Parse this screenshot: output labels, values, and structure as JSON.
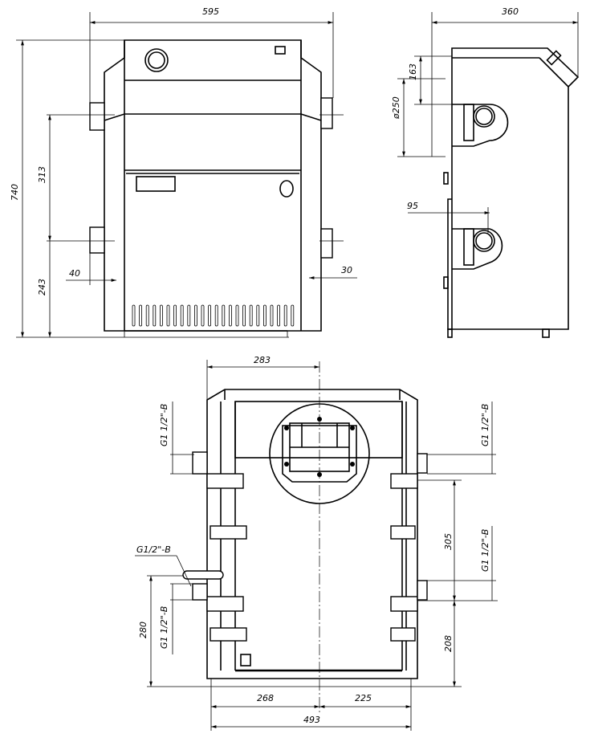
{
  "front_view": {
    "width_label": "595",
    "height_label": "740",
    "upper_pipe_label": "313",
    "lower_pipe_label": "243",
    "left_offset_label": "40",
    "right_offset_label": "30"
  },
  "side_view": {
    "depth_label": "360",
    "flue_top_label": "163",
    "flue_diameter_label": "ø250",
    "pipe_offset_label": "95"
  },
  "bottom_view": {
    "flue_center_label": "283",
    "left_part_label": "268",
    "right_part_label": "225",
    "total_width_label": "493",
    "left_height_label": "280",
    "right_lower_label": "208",
    "right_span_label": "305",
    "thread_left_top": "G1 1/2\"-B",
    "thread_left_bottom": "G1 1/2\"-B",
    "thread_right_top": "G1 1/2\"-B",
    "thread_right_bottom": "G1 1/2\"-B",
    "thread_small": "G1/2\"-B"
  },
  "colors": {
    "line": "#000000",
    "background": "#ffffff"
  }
}
